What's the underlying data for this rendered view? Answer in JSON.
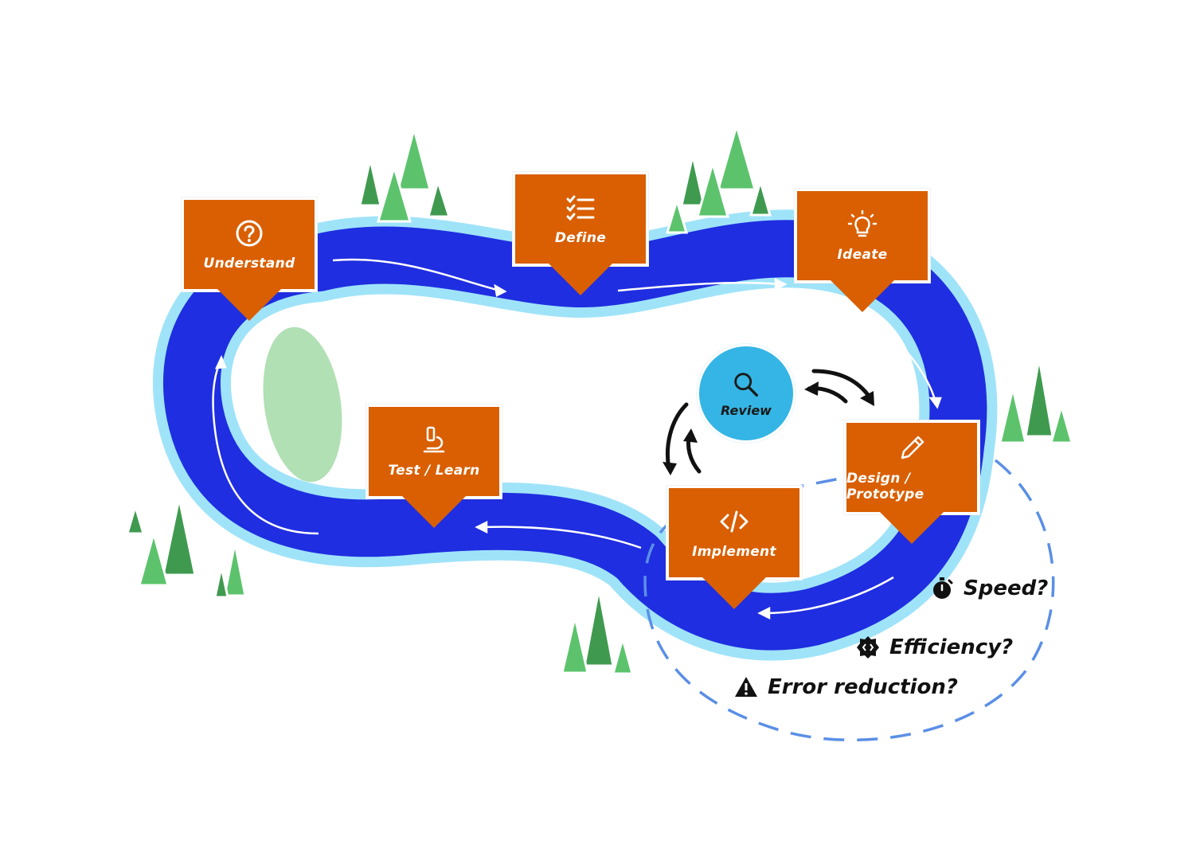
{
  "colors": {
    "river": "#1f2ee0",
    "river_glow": "#9fe3f9",
    "pin": "#d95f02",
    "review": "#34b5e5",
    "tree_light": "#5cc36c",
    "tree_dark": "#3f9a4f",
    "island": "#b1e0b4",
    "dashed_loop": "#5b8fe6"
  },
  "stages": [
    {
      "id": "understand",
      "label": "Understand",
      "icon": "question-circle-icon"
    },
    {
      "id": "define",
      "label": "Define",
      "icon": "checklist-icon"
    },
    {
      "id": "ideate",
      "label": "Ideate",
      "icon": "lightbulb-icon"
    },
    {
      "id": "design",
      "label": "Design / Prototype",
      "icon": "pencil-icon"
    },
    {
      "id": "implement",
      "label": "Implement",
      "icon": "code-icon"
    },
    {
      "id": "test",
      "label": "Test / Learn",
      "icon": "microscope-icon"
    }
  ],
  "review": {
    "label": "Review",
    "icon": "magnifier-icon"
  },
  "questions": [
    {
      "id": "speed",
      "label": "Speed?",
      "icon": "stopwatch-icon"
    },
    {
      "id": "efficiency",
      "label": "Efficiency?",
      "icon": "code-gear-icon"
    },
    {
      "id": "errors",
      "label": "Error reduction?",
      "icon": "warning-icon"
    }
  ]
}
